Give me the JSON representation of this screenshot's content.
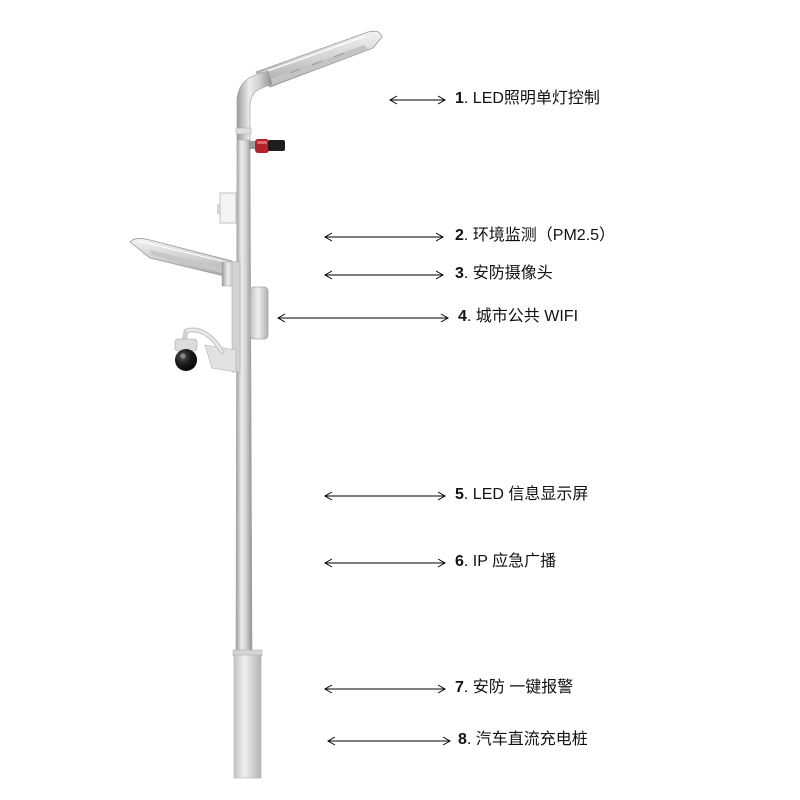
{
  "labels": [
    {
      "num": "1",
      "text": ". LED照明单灯控制"
    },
    {
      "num": "2",
      "text": ". 环境监测（PM2.5）"
    },
    {
      "num": "3",
      "text": ". 安防摄像头"
    },
    {
      "num": "4",
      "text": ". 城市公共 WIFI"
    },
    {
      "num": "5",
      "text": ". LED 信息显示屏"
    },
    {
      "num": "6",
      "text": ". IP 应急广播"
    },
    {
      "num": "7",
      "text": ". 安防 一键报警"
    },
    {
      "num": "8",
      "text": ". 汽车直流充电桩"
    }
  ]
}
